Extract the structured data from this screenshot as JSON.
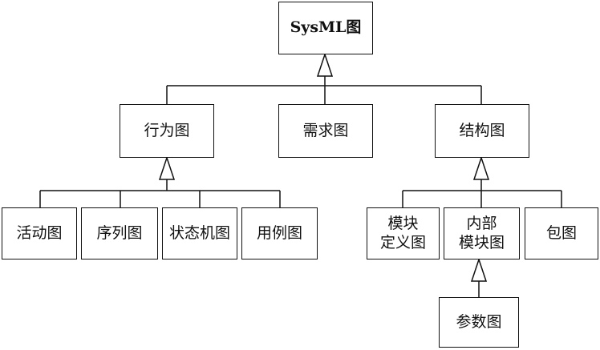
{
  "diagram": {
    "root": {
      "label": "SysML图"
    },
    "behavior": {
      "label": "行为图"
    },
    "requirement": {
      "label": "需求图"
    },
    "structure": {
      "label": "结构图"
    },
    "activity": {
      "label": "活动图"
    },
    "sequence": {
      "label": "序列图"
    },
    "state_machine": {
      "label": "状态机图"
    },
    "use_case": {
      "label": "用例图"
    },
    "block_definition": {
      "line1": "模块",
      "line2": "定义图"
    },
    "internal_block": {
      "line1": "内部",
      "line2": "模块图"
    },
    "package": {
      "label": "包图"
    },
    "parametric": {
      "label": "参数图"
    }
  }
}
